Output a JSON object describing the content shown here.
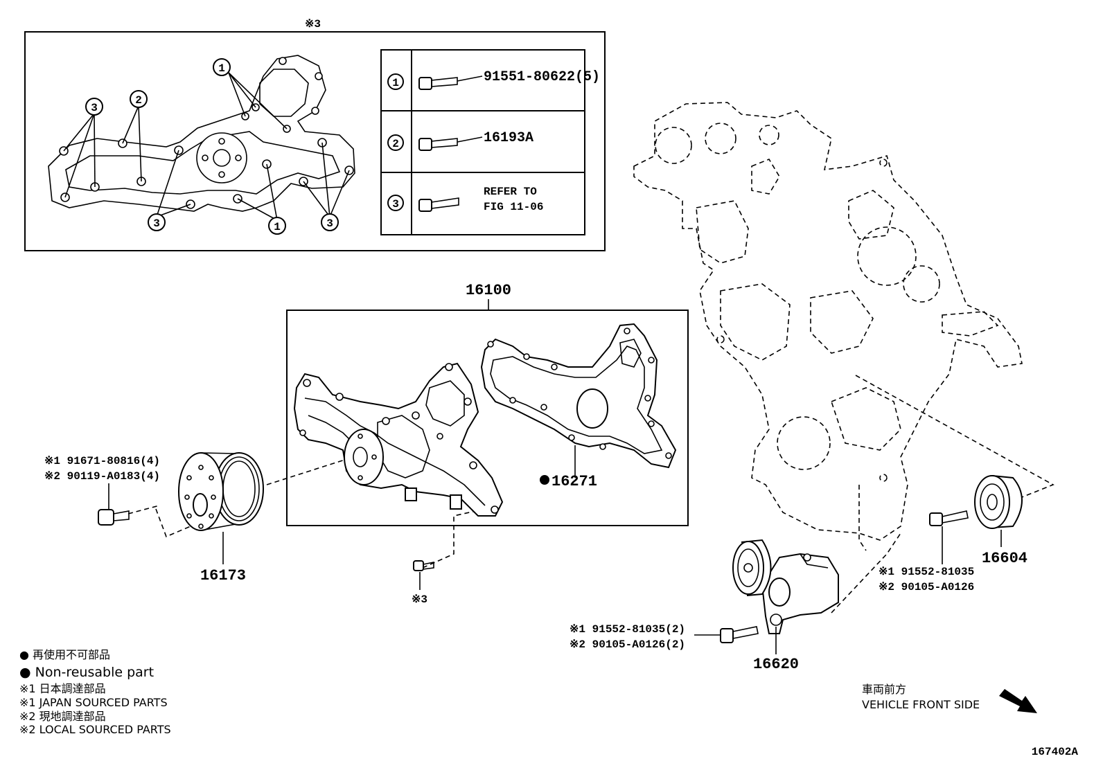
{
  "inset": {
    "top_label": "※3",
    "callouts": {
      "one": "1",
      "two": "2",
      "three": "3"
    },
    "bolt_table": [
      {
        "num": "1",
        "text": "91551-80622(5)"
      },
      {
        "num": "2",
        "text": "16193A"
      },
      {
        "num": "3",
        "text_line1": "REFER TO",
        "text_line2": "FIG 11-06"
      }
    ]
  },
  "parts": {
    "water_pump_assy": "16100",
    "gasket": "16271",
    "pulley": "16173",
    "idler": "16604",
    "tensioner": "16620"
  },
  "bolt_callouts": {
    "pulley_bolt_line1": "※1  91671-80816(4)",
    "pulley_bolt_line2": "※2  90119-A0183(4)",
    "pump_bolt_ref": "※3",
    "idler_bolt_line1": "※1  91552-81035",
    "idler_bolt_line2": "※2  90105-A0126",
    "tensioner_bolt_line1": "※1  91552-81035(2)",
    "tensioner_bolt_line2": "※2  90105-A0126(2)"
  },
  "legend": {
    "jp_nonreusable": "● 再使用不可部品",
    "en_nonreusable": "● Non-reusable part",
    "jp_japan_sourced": "※1  日本調達部品",
    "en_japan_sourced": "※1  JAPAN SOURCED PARTS",
    "jp_local_sourced": "※2  現地調達部品",
    "en_local_sourced": "※2  LOCAL SOURCED PARTS"
  },
  "orientation": {
    "jp": "車両前方",
    "en": "VEHICLE FRONT SIDE"
  },
  "figure_id": "167402A"
}
